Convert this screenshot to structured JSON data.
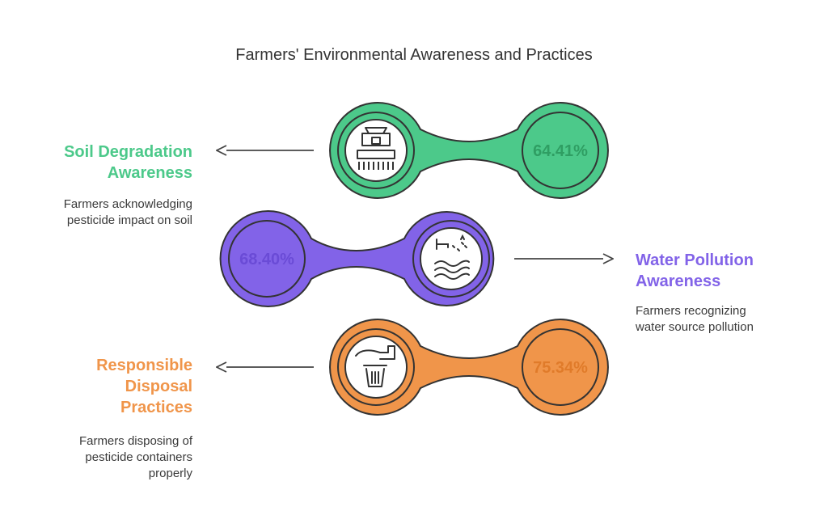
{
  "title": "Farmers' Environmental Awareness and Practices",
  "items": [
    {
      "label_lines": [
        "Soil Degradation",
        "Awareness"
      ],
      "description_lines": [
        "Farmers acknowledging",
        "pesticide impact on soil"
      ],
      "value": "64.41%",
      "icon": "harvester-icon",
      "color": "#4CC98A",
      "dark": "#2F9E63"
    },
    {
      "label_lines": [
        "Water Pollution",
        "Awareness"
      ],
      "description_lines": [
        "Farmers recognizing",
        "water source pollution"
      ],
      "value": "68.40%",
      "icon": "water-pollution-icon",
      "color": "#8263E8",
      "dark": "#6A4BD6"
    },
    {
      "label_lines": [
        "Responsible",
        "Disposal",
        "Practices"
      ],
      "description_lines": [
        "Farmers disposing of",
        "pesticide containers",
        "properly"
      ],
      "value": "75.34%",
      "icon": "disposal-icon",
      "color": "#F0954A",
      "dark": "#E07B2A"
    }
  ]
}
